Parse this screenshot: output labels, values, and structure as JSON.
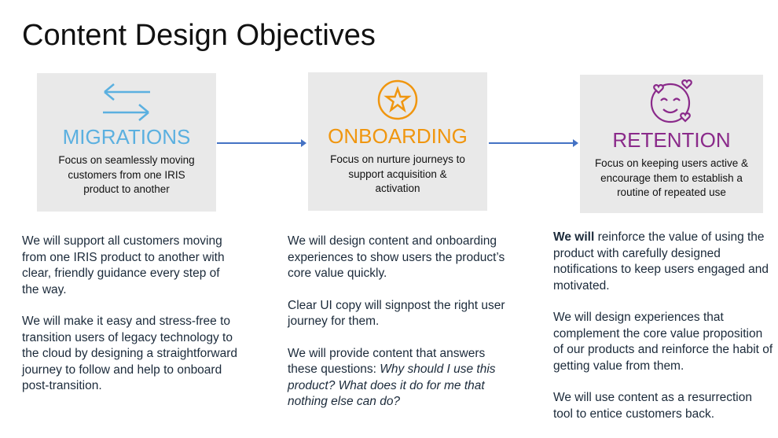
{
  "title": "Content Design Objectives",
  "colors": {
    "migrations": "#5bb0e0",
    "onboarding": "#f0960f",
    "retention": "#8a2a8a",
    "arrow": "#4472c4"
  },
  "stages": [
    {
      "heading": "MIGRATIONS",
      "icon": "swap-arrows-icon",
      "description": "Focus on seamlessly moving customers from one IRIS product to another",
      "paragraphs": [
        "We will support all customers moving from one IRIS product to another with clear, friendly guidance every step of the way.",
        "We will make it easy and stress-free to transition users of legacy technology to the cloud by designing a straightforward journey to follow and help to onboard post-transition."
      ]
    },
    {
      "heading": "ONBOARDING",
      "icon": "star-circle-icon",
      "description": "Focus on nurture journeys to support acquisition & activation",
      "paragraphs": [
        "We will design content and onboarding experiences to show users the product’s core value quickly.",
        "Clear UI copy will signpost the right user journey for them."
      ],
      "last_paragraph_prefix": "We will provide content that answers these questions: ",
      "last_paragraph_italic": "Why should I use this product? What does it do for me that nothing else can do?"
    },
    {
      "heading": "RETENTION",
      "icon": "smiley-hearts-icon",
      "description": "Focus on keeping users active & encourage them to establish a routine of repeated use",
      "first_bold": "We will",
      "first_rest": " reinforce the value of using the product with carefully designed notifications to keep users engaged and motivated.",
      "paragraphs": [
        "We will design experiences that complement the core value proposition of our products and reinforce the habit of getting value from them.",
        "We will use content as a resurrection tool to entice customers back."
      ]
    }
  ]
}
